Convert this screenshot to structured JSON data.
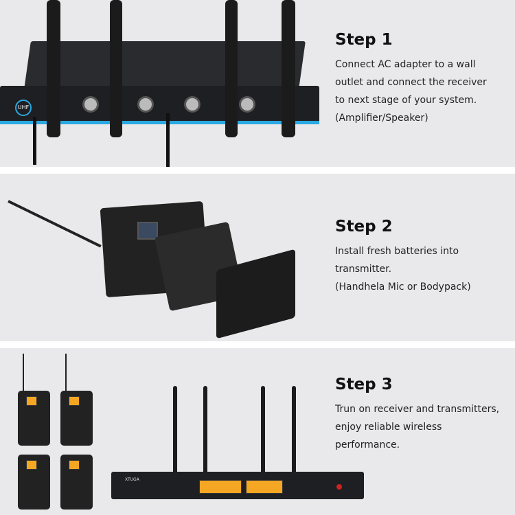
{
  "steps": [
    {
      "title": "Step 1",
      "lines": [
        "Connect AC adapter to a wall",
        "outlet and connect the receiver",
        "to next stage of your system.",
        "(Amplifier/Speaker)"
      ]
    },
    {
      "title": "Step 2",
      "lines": [
        "Install fresh batteries into",
        "transmitter.",
        "(Handhela Mic or Bodypack)"
      ]
    },
    {
      "title": "Step 3",
      "lines": [
        "Trun on receiver and transmitters,",
        "enjoy reliable wireless",
        "performance."
      ]
    }
  ],
  "images": {
    "logo": "UHF",
    "brand": "XTUGA"
  },
  "colors": {
    "background": "#e9e8ea",
    "lcd": "#f5a623",
    "accent_blue": "#2aa8e0"
  }
}
